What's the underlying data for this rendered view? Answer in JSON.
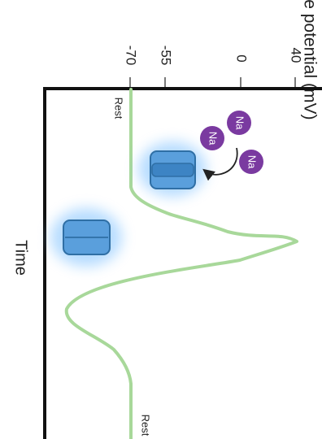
{
  "figure": {
    "y_axis_title": "Membrane potential (mV)",
    "y_ticks": [
      {
        "value": -70,
        "label": "-70"
      },
      {
        "value": -55,
        "label": "-55"
      },
      {
        "value": 0,
        "label": "0"
      },
      {
        "value": 40,
        "label": "40"
      }
    ],
    "x_axis_title": "Time",
    "rest_label_start": "Rest",
    "rest_label_end": "Rest",
    "ion_label": "Na",
    "colors": {
      "trace": "#a8d89a",
      "axis": "#111111",
      "channel": "#5a9fdc",
      "channel_glow": "#7cc0ff",
      "ion": "#7a3aa0"
    }
  }
}
